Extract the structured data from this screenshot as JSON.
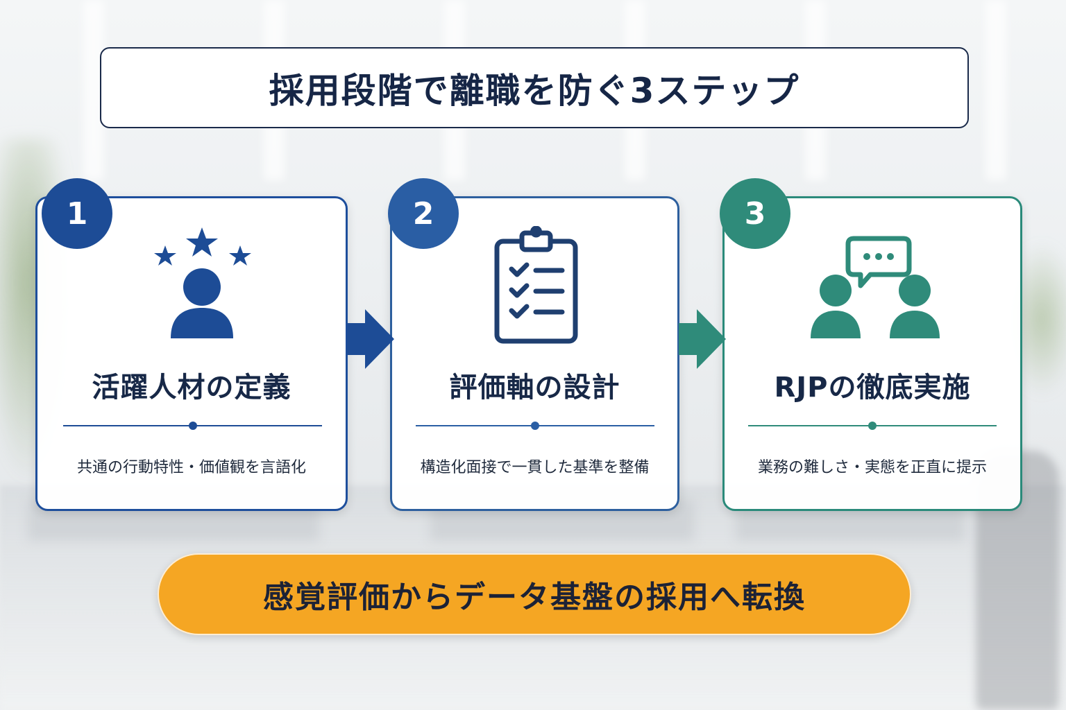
{
  "title": "採用段階で離職を防ぐ3ステップ",
  "steps": [
    {
      "number": "1",
      "title": "活躍人材の定義",
      "description": "共通の行動特性・価値観を言語化",
      "icon": "person-stars-icon",
      "color": "#1d4c96"
    },
    {
      "number": "2",
      "title": "評価軸の設計",
      "description": "構造化面接で一貫した基準を整備",
      "icon": "clipboard-checklist-icon",
      "color": "#2a5ea4"
    },
    {
      "number": "3",
      "title": "RJPの徹底実施",
      "description": "業務の難しさ・実態を正直に提示",
      "icon": "people-chat-icon",
      "color": "#2f8b7a"
    }
  ],
  "banner": "感覚評価からデータ基盤の採用へ転換",
  "colors": {
    "navy": "#162646",
    "blue": "#1d4c96",
    "teal": "#2f8b7a",
    "accent": "#f5a623"
  }
}
